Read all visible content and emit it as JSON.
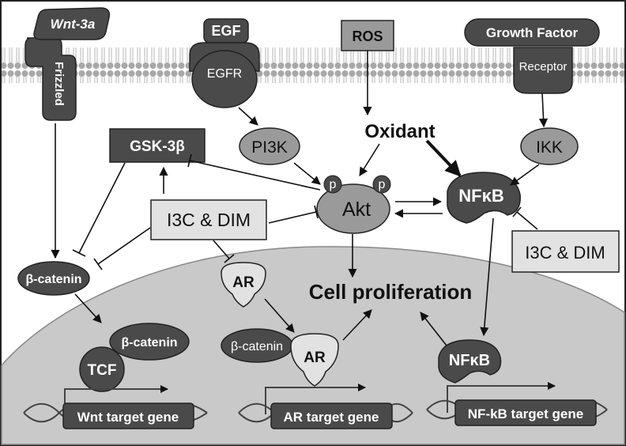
{
  "ligands": {
    "wnt": "Wnt-3a",
    "egf": "EGF",
    "ros": "ROS",
    "growth_factor": "Growth Factor"
  },
  "receptors": {
    "frizzled": "Frizzled",
    "egfr": "EGFR",
    "receptor": "Receptor"
  },
  "nodes": {
    "gsk3b": "GSK-3β",
    "pi3k": "PI3K",
    "oxidant": "Oxidant",
    "ikk": "IKK",
    "akt": "Akt",
    "phospho_left": "p",
    "phospho_right": "p",
    "nfkb_top": "NFκB",
    "i3c_dim_center": "I3C & DIM",
    "i3c_dim_right": "I3C & DIM",
    "beta_catenin_left": "β-catenin",
    "ar_top": "AR",
    "cell_proliferation": "Cell proliferation",
    "beta_catenin_tcf": "β-catenin",
    "tcf": "TCF",
    "beta_catenin_ar": "β-catenin",
    "ar_nuclear": "AR",
    "nfkb_nuclear": "NFκB"
  },
  "genes": {
    "wnt_target": "Wnt target gene",
    "ar_target": "AR target gene",
    "nfkb_target": "NF-kB target gene"
  },
  "colors": {
    "dark": "#4a4a4a",
    "medium": "#9a9a9a",
    "light": "#d0d0d0",
    "nucleus": "#c9c9c9",
    "membrane": "#a8a8a8"
  }
}
